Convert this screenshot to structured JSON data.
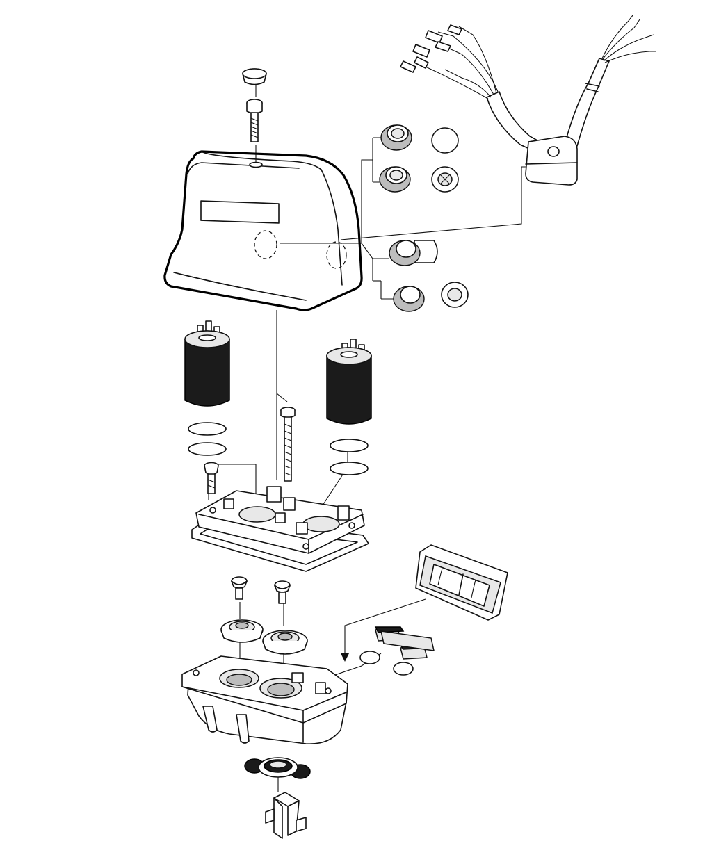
{
  "figure": {
    "kind": "exploded-parts-view",
    "colors": {
      "line": "#111111",
      "background": "#ffffff",
      "shade_light": "#e8e8e8",
      "shade_mid": "#bdbdbd",
      "shade_dark": "#1b1b1b"
    },
    "parts": [
      "cap",
      "top-screw",
      "cover-housing",
      "label-window",
      "cable-harness",
      "cable-grommet",
      "indicator-lamp",
      "lamp-cap",
      "lamp-socket",
      "solenoid-coil",
      "o-ring",
      "long-screw",
      "short-screw",
      "valve-block-plate",
      "plate-gasket",
      "rocker-switch-frame",
      "switch-contacts",
      "bolt",
      "valve-seat",
      "base-housing",
      "bottom-seal",
      "mounting-bracket"
    ]
  }
}
